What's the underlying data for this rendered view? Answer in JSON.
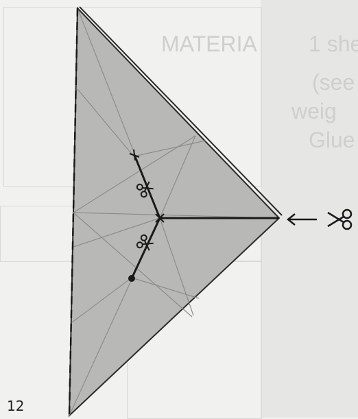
{
  "background": {
    "bleed_text": [
      "MATERIA",
      "1 she",
      "(see",
      "weig",
      "Glue"
    ]
  },
  "page_number": "12",
  "colors": {
    "paper_fill": "#b8b8b6",
    "crease_line": "#8c8c8a",
    "cut_line": "#1a1a1a",
    "fold_line": "#2a2a2a"
  },
  "icons": {
    "scissors_cut": "scissors-icon",
    "arrow_left": "arrow-left-icon"
  }
}
